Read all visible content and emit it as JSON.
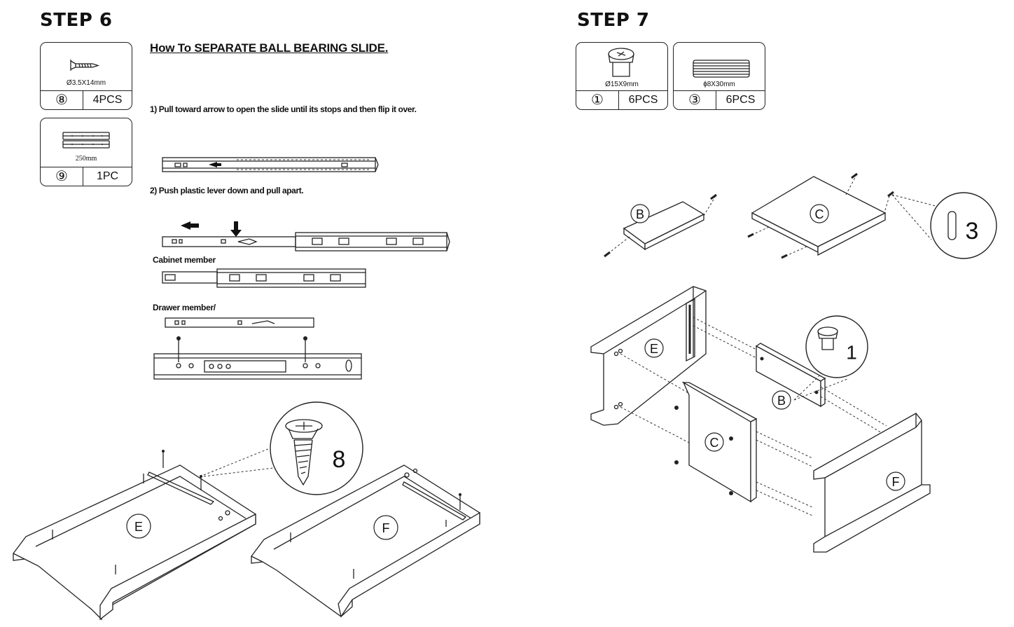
{
  "step6": {
    "title": "STEP 6",
    "parts": [
      {
        "spec": "Ø3.5X14mm",
        "number": "⑧",
        "qty": "4PCS",
        "icon": "screw-icon"
      },
      {
        "spec": "250mm",
        "number": "⑨",
        "qty": "1PC",
        "icon": "ball-bearing-slide-icon"
      }
    ],
    "heading": "How To SEPARATE BALL BEARING SLIDE.",
    "instruction1": "1)   Pull  toward arrow to open the slide until its stops and then flip it over.",
    "instruction2": "2)   Push plastic lever down and pull apart.",
    "cabinet_label": "Cabinet member",
    "drawer_label": "Drawer member/",
    "callout_number": "8",
    "panel_labels": {
      "E": "E",
      "F": "F"
    }
  },
  "step7": {
    "title": "STEP 7",
    "parts": [
      {
        "spec": "Ø15X9mm",
        "number": "①",
        "qty": "6PCS",
        "icon": "cam-lock-icon"
      },
      {
        "spec": "ɸ8X30mm",
        "number": "③",
        "qty": "6PCS",
        "icon": "wooden-dowel-icon"
      }
    ],
    "dowel_callout": "3",
    "cam_callout": "1",
    "panel_labels": {
      "B": "B",
      "C": "C",
      "E": "E",
      "F": "F"
    }
  }
}
